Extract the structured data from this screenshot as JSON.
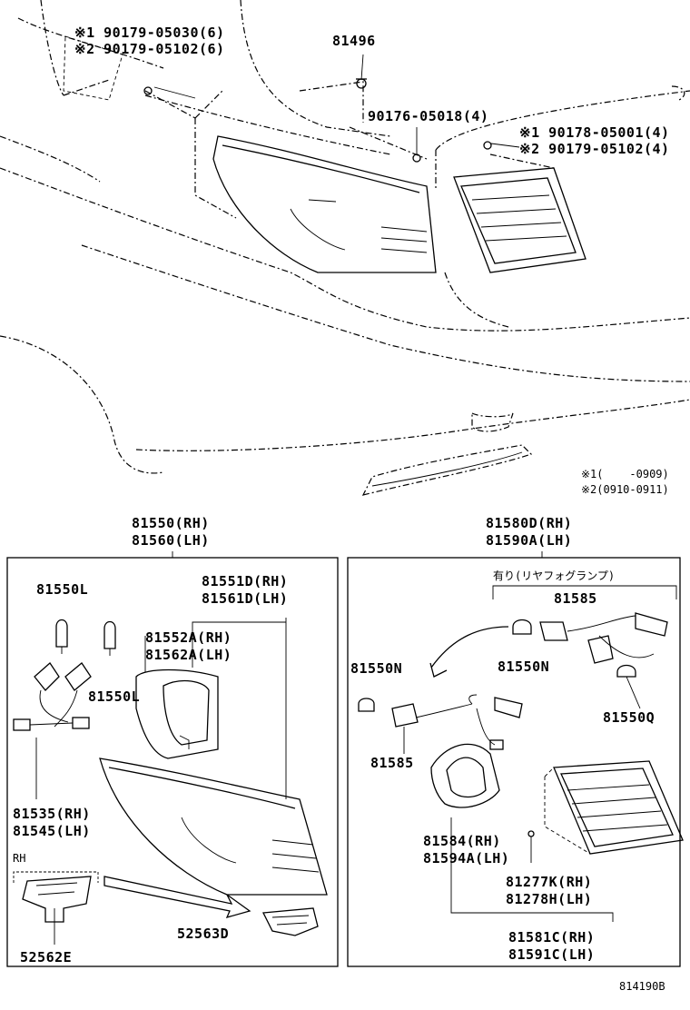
{
  "top_callouts": {
    "m1_bolt": "※1 90179-05030(6)",
    "m2_bolt": "※2 90179-05102(6)",
    "clip": "81496",
    "nut_4": "90176-05018(4)",
    "m1_nut": "※1 90178-05001(4)",
    "m2_nut": "※2 90179-05102(4)",
    "legend_m1": "※1(    -0909)",
    "legend_m2": "※2(0910-0911)"
  },
  "left_assembly": {
    "title_rh": "81550(RH)",
    "title_lh": "81560(LH)",
    "bulb_a": "81550L",
    "bulb_b": "81550L",
    "lens_rh": "81551D(RH)",
    "lens_lh": "81561D(LH)",
    "gasket_rh": "81552A(RH)",
    "gasket_lh": "81562A(LH)",
    "socket_rh": "81535(RH)",
    "socket_lh": "81545(LH)",
    "rh_label": "RH",
    "bracket_e": "52562E",
    "bracket_d": "52563D"
  },
  "right_assembly": {
    "title_rh": "81580D(RH)",
    "title_lh": "81590A(LH)",
    "note": "有り(リヤフォグランプ)",
    "socket_top": "81585",
    "bulb_n_right": "81550N",
    "bulb_n_left": "81550N",
    "bulb_q": "81550Q",
    "socket_left": "81585",
    "gasket_rh": "81584(RH)",
    "gasket_lh": "81594A(LH)",
    "screw_rh": "81277K(RH)",
    "screw_lh": "81278H(LH)",
    "lamp_rh": "81581C(RH)",
    "lamp_lh": "81591C(LH)"
  },
  "footer": {
    "diagram_id": "814190B"
  }
}
